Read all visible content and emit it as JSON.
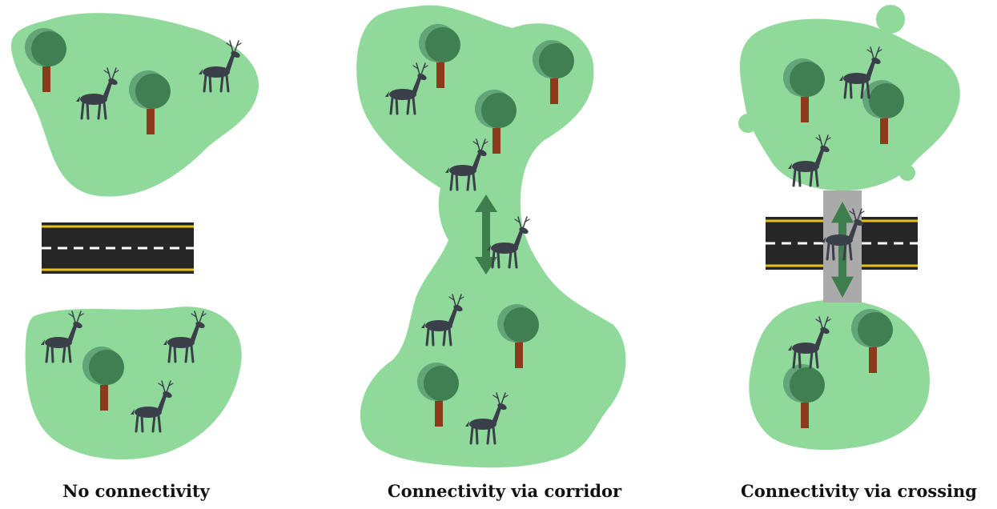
{
  "panels": [
    {
      "caption": "No connectivity"
    },
    {
      "caption": "Connectivity via corridor"
    },
    {
      "caption": "Connectivity via crossing"
    }
  ],
  "colors": {
    "habitat": "#8fd99a",
    "tree_canopy_dark": "#3f7f52",
    "tree_canopy_light": "#62a578",
    "tree_trunk": "#8b3a1c",
    "deer": "#3a3f4a",
    "road": "#262626",
    "road_edge_line": "#e8c21a",
    "road_center_line": "#ffffff",
    "arrow": "#3e7d4c",
    "crossing_overpass": "#aaaaaa"
  },
  "icons": {
    "tree": "tree-icon",
    "deer": "deer-icon",
    "arrow": "double-arrow-icon"
  }
}
